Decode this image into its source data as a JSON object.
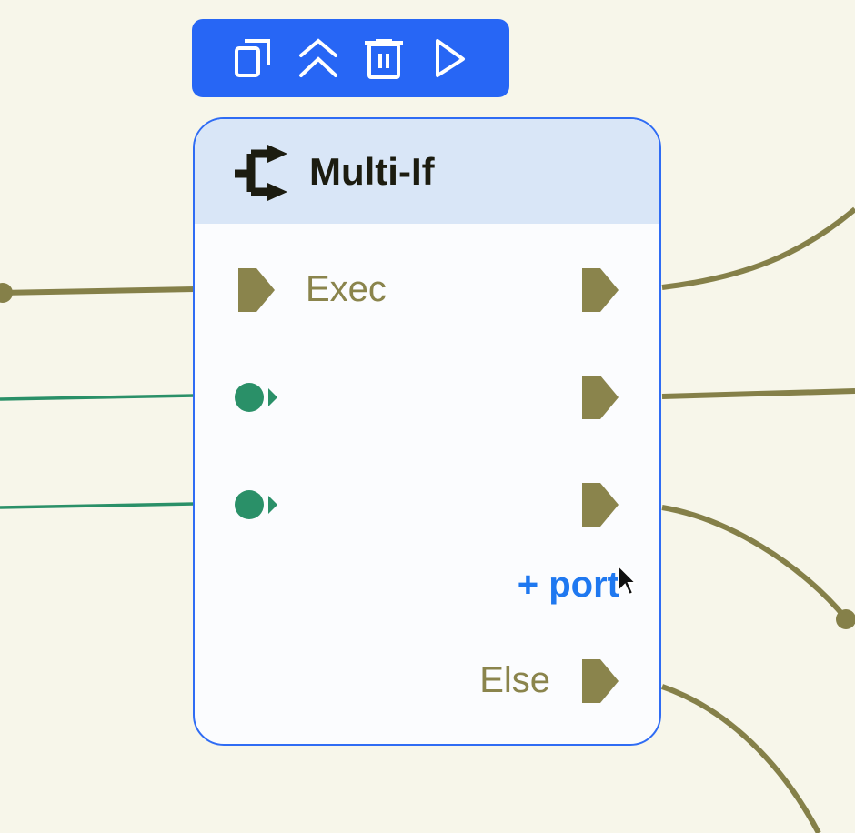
{
  "toolbar": {
    "buttons": [
      {
        "icon": "duplicate-icon"
      },
      {
        "icon": "chevrons-up-icon"
      },
      {
        "icon": "trash-icon"
      },
      {
        "icon": "play-icon"
      }
    ]
  },
  "node": {
    "title": "Multi-If",
    "icon": "branch-icon",
    "rows": [
      {
        "label": "Exec"
      },
      {
        "label": ""
      },
      {
        "label": ""
      }
    ],
    "add_port": "+ port",
    "else_label": "Else"
  },
  "colors": {
    "accent": "#2766f5",
    "exec_port": "#8a844c",
    "data_port": "#2a9068",
    "header": "#d9e6f7"
  }
}
